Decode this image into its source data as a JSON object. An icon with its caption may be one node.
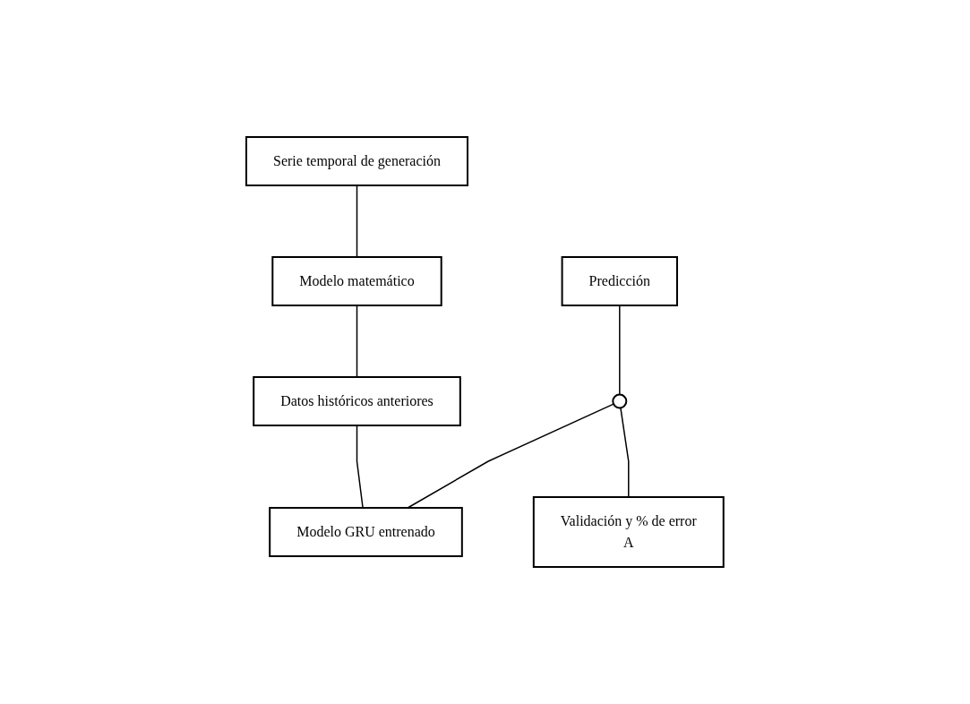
{
  "diagram": {
    "nodes": [
      {
        "text": [
          "Serie temporal de generación"
        ]
      },
      {
        "text": [
          "Modelo matemático"
        ]
      },
      {
        "text": [
          "Datos históricos anteriores"
        ]
      },
      {
        "text": [
          "Predicción"
        ]
      },
      {
        "text": [],
        "shape": "circle"
      },
      {
        "text": [
          "Modelo GRU entrenado"
        ]
      },
      {
        "text": [
          "Validación y % de error",
          "A"
        ]
      }
    ],
    "edges": [
      {
        "from": 0,
        "to": 1,
        "arrow": "none"
      },
      {
        "from": 1,
        "to": 2,
        "arrow": "none"
      },
      {
        "from": 2,
        "to": 5,
        "arrow": "none"
      },
      {
        "from": 3,
        "to": 4,
        "arrow": "none"
      },
      {
        "from": 4,
        "to": 5,
        "arrow": "none"
      },
      {
        "from": 4,
        "to": 6,
        "arrow": "none"
      }
    ]
  }
}
